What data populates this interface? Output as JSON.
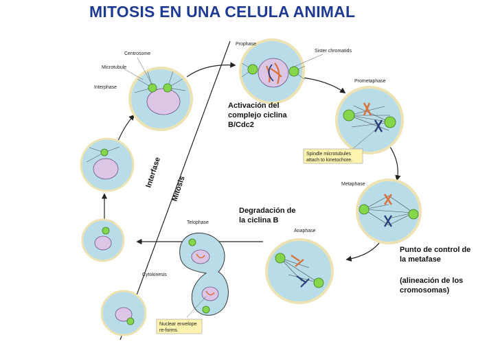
{
  "title": "MITOSIS EN UNA CELULA ANIMAL",
  "colors": {
    "title": "#1f3a93",
    "cell_outer": "#b8dde8",
    "cell_rim": "#ece2b4",
    "nucleus": "#dcc6e6",
    "centrosome": "#84d64a",
    "chromosome_orange": "#d9713a",
    "chromosome_navy": "#2c3f7a",
    "callout_fill": "#fff3b0",
    "arrow": "#222222"
  },
  "cell_labels": {
    "centrosome": "Centrosome",
    "microtubule": "Microtubule",
    "interphase": "Interphase",
    "prophase": "Prophase",
    "sister_chromatids": "Sister chromatids",
    "prometaphase": "Prometaphase",
    "metaphase": "Metaphase",
    "anaphase": "Anaphase",
    "telophase": "Telophase",
    "cytokinesis": "Cytokinesis"
  },
  "callouts": {
    "spindle_line1": "Spindle microtubules",
    "spindle_line2": "attach to kinetochore.",
    "envelope_line1": "Nuclear envelope",
    "envelope_line2": "re-forms."
  },
  "phase_division": {
    "interphase": "Interfase",
    "mitosis": "Mitosis"
  },
  "notes": {
    "activation": [
      "Activación del",
      "complejo ciclina",
      "B/Cdc2"
    ],
    "degradation": [
      "Degradación de",
      "la ciclina B"
    ],
    "checkpoint": [
      "Punto de control de",
      "la metafase"
    ],
    "alignment": [
      "(alineación de los",
      "cromosomas)"
    ]
  }
}
